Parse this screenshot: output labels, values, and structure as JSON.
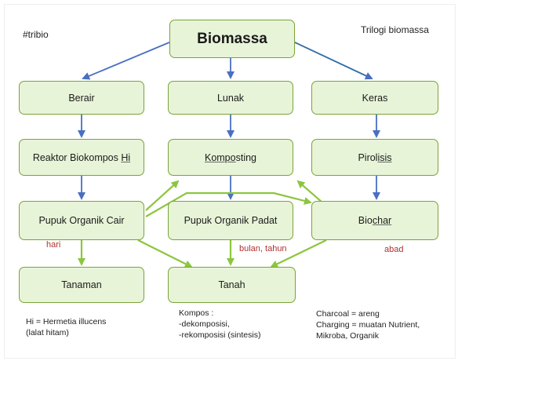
{
  "tag": "#tribio",
  "subtitle": "Trilogi biomassa",
  "nodes": {
    "biomassa": "Biomassa",
    "berair": "Berair",
    "lunak": "Lunak",
    "keras": "Keras",
    "reaktor_pre": "Reaktor Biokompos ",
    "reaktor_hi": "Hi",
    "komposting_a": "Kompo",
    "komposting_b": "sting",
    "pirolisis_a": "Pirol",
    "pirolisis_b": "isis",
    "poc": "Pupuk Organik Cair",
    "pop": "Pupuk Organik Padat",
    "biochar_a": "Bio",
    "biochar_b": "char",
    "tanaman": "Tanaman",
    "tanah": "Tanah"
  },
  "times": {
    "hari": "hari",
    "bulan": "bulan, tahun",
    "abad": "abad"
  },
  "notes": {
    "hi_line1": "Hi = Hermetia illucens",
    "hi_line2": "(lalat hitam)",
    "kompos_line1": "Kompos :",
    "kompos_line2": "-dekomposisi,",
    "kompos_line3": "-rekomposisi (sintesis)",
    "charcoal_line1": "Charcoal = areng",
    "charcoal_line2": "Charging = muatan Nutrient,",
    "charcoal_line3": "Mikroba, Organik"
  },
  "colors": {
    "node_fill": "#e8f4d8",
    "node_border": "#7aa33a",
    "blue_arrow": "#4a6fc1",
    "green_arrow": "#8cc63f",
    "time_label": "#b03030"
  }
}
